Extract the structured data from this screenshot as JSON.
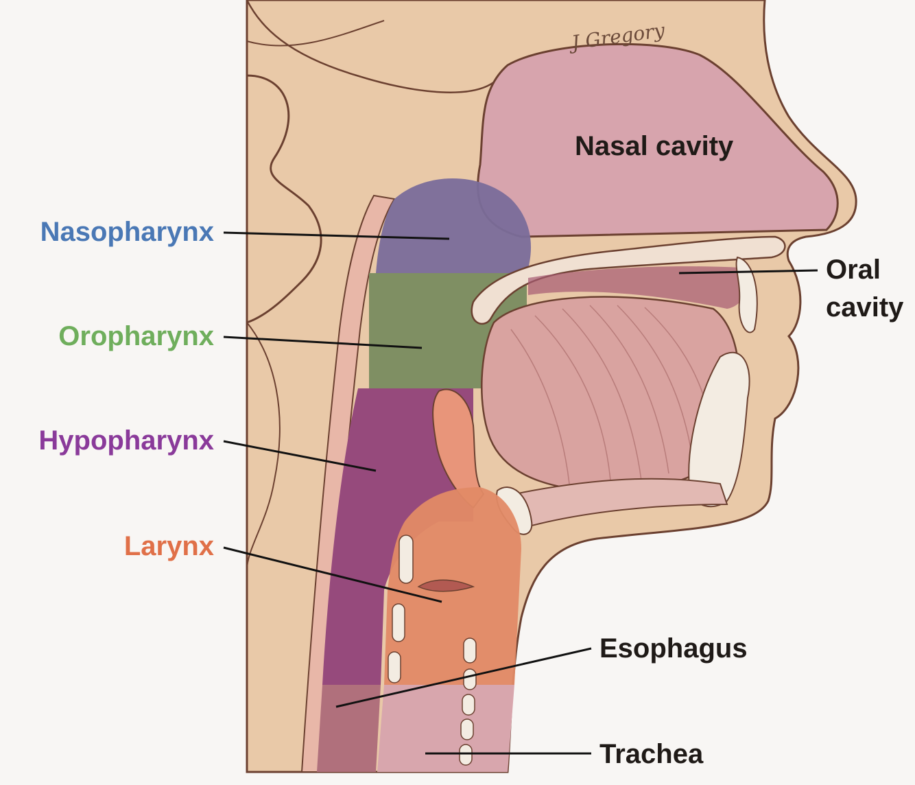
{
  "labels": {
    "nasopharynx": "Nasopharynx",
    "oropharynx": "Oropharynx",
    "hypopharynx": "Hypopharynx",
    "larynx": "Larynx",
    "nasal_cavity": "Nasal cavity",
    "oral_cavity_line1": "Oral",
    "oral_cavity_line2": "cavity",
    "esophagus": "Esophagus",
    "trachea": "Trachea"
  },
  "signature": "J Gregory",
  "colors": {
    "nasopharynx": "#4a78b5",
    "oropharynx": "#6fae5c",
    "hypopharynx": "#8a3a9a",
    "larynx": "#e07048",
    "text_dark": "#1f1a17",
    "skin": "#e9c9a8",
    "outline": "#6b4030"
  }
}
